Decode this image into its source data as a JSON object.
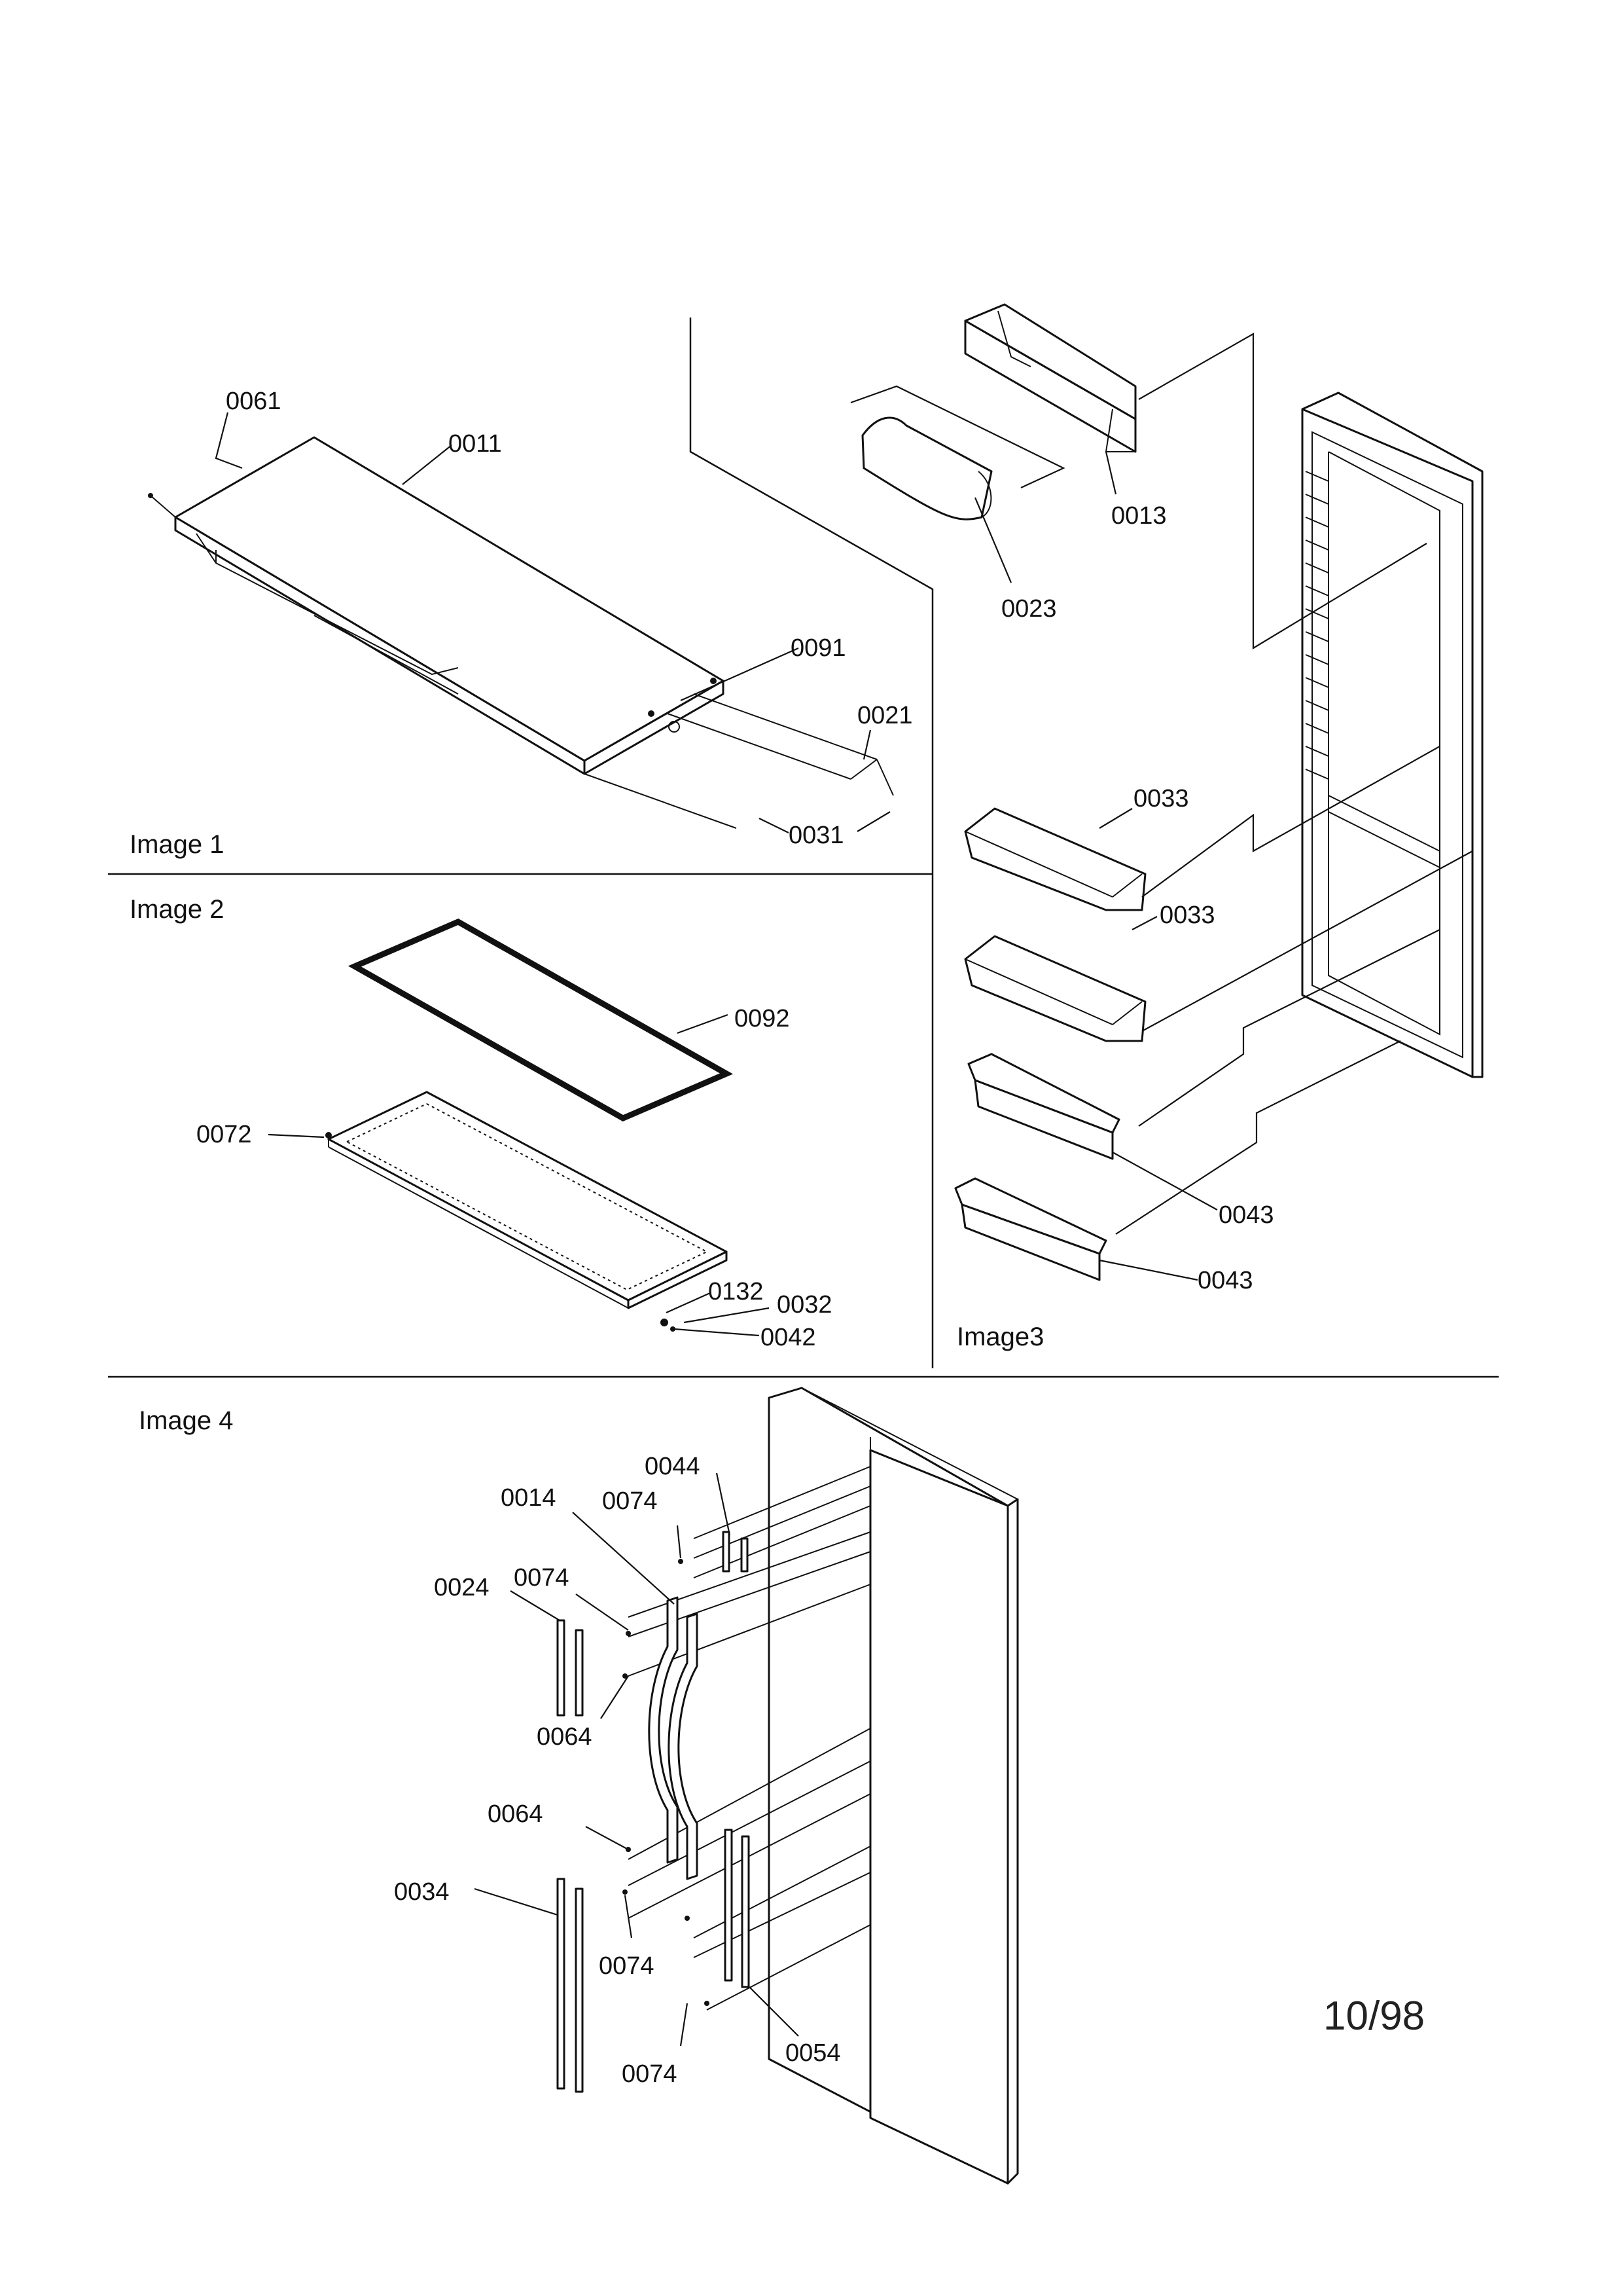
{
  "panels": {
    "image1": "Image 1",
    "image2": "Image 2",
    "image3": "Image3",
    "image4": "Image 4"
  },
  "date_code": "10/98",
  "labels": {
    "p0061": "0061",
    "p0011": "0011",
    "p0091": "0091",
    "p0021": "0021",
    "p0031": "0031",
    "p0092": "0092",
    "p0072": "0072",
    "p0132": "0132",
    "p0032": "0032",
    "p0042": "0042",
    "p0013": "0013",
    "p0023": "0023",
    "p0033a": "0033",
    "p0033b": "0033",
    "p0043a": "0043",
    "p0043b": "0043",
    "p0044": "0044",
    "p0014": "0014",
    "p0074a": "0074",
    "p0024": "0024",
    "p0074b": "0074",
    "p0064a": "0064",
    "p0064b": "0064",
    "p0034": "0034",
    "p0074c": "0074",
    "p0074d": "0074",
    "p0054": "0054"
  }
}
